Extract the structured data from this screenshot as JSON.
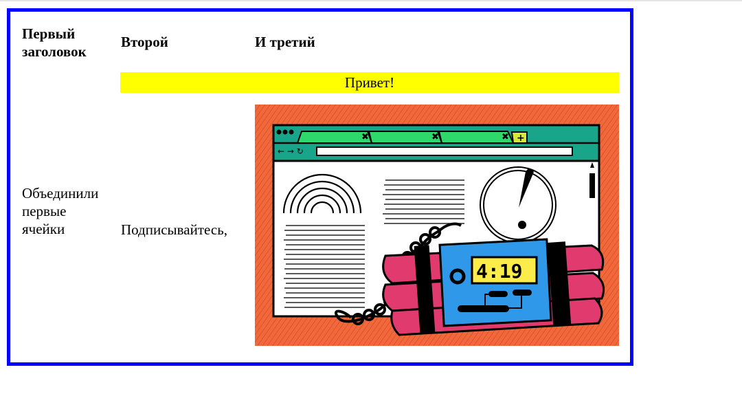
{
  "table": {
    "headers": [
      "Первый заголовок",
      "Второй",
      "И третий"
    ],
    "header_first_lines": [
      "Первый",
      "заголовок"
    ],
    "highlight_cell": "Привет!",
    "merged_cell_lines": [
      "Объединили",
      "первые",
      "ячейки"
    ],
    "second_col_cell": "Подписывайтесь,",
    "image": {
      "alt": "illustration-browser-with-time-bomb",
      "timer": "4:19"
    }
  },
  "colors": {
    "border": "#0000ff",
    "highlight": "#ffff00",
    "image_background": "#f2683a",
    "browser_chrome": "#19a58a",
    "tab": "#2fd86a",
    "new_tab": "#d8e83a",
    "dynamite": "#e03a6e",
    "detonator": "#2f98e8",
    "timer_display": "#fcec4a"
  }
}
